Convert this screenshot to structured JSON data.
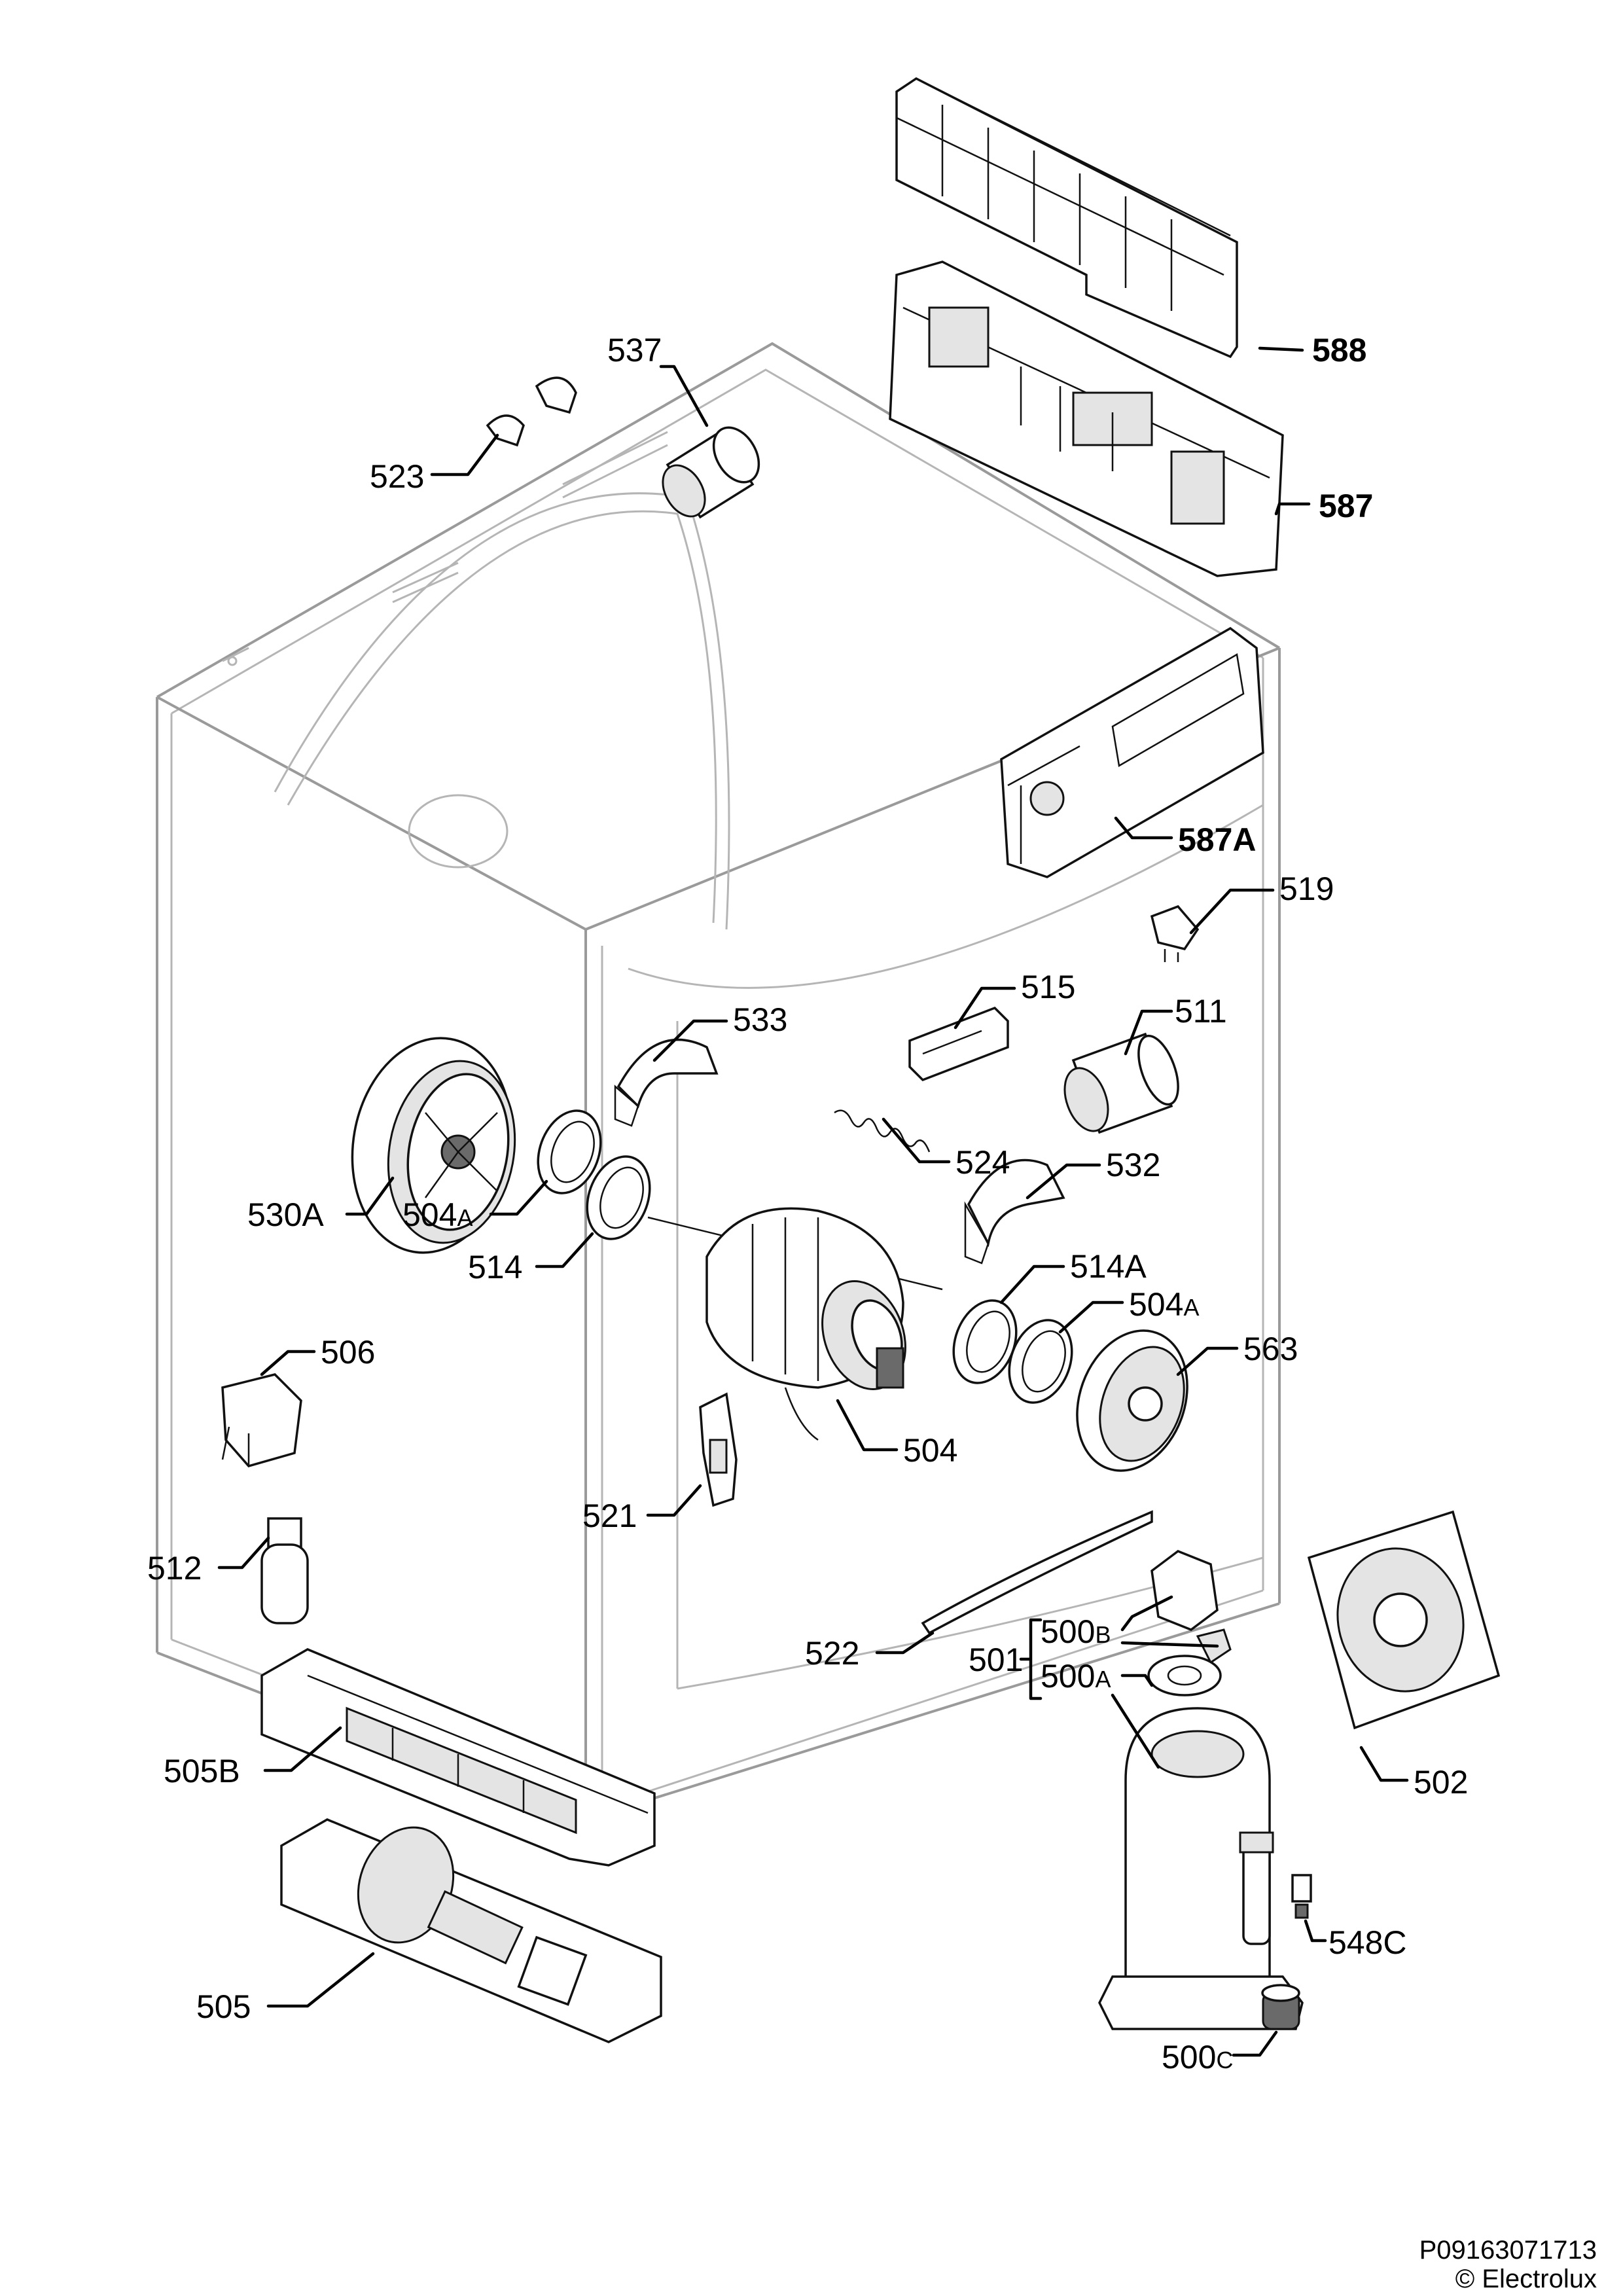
{
  "labels": {
    "p588": "588",
    "p587": "587",
    "p587A": "587A",
    "p537": "537",
    "p523": "523",
    "p519": "519",
    "p533": "533",
    "p515": "515",
    "p511": "511",
    "p524": "524",
    "p532": "532",
    "p530A": "530A",
    "p504A_left": {
      "base": "504",
      "suffix": "A"
    },
    "p514": "514",
    "p514A": "514A",
    "p504A_right": {
      "base": "504",
      "suffix": "A"
    },
    "p563": "563",
    "p506": "506",
    "p504": "504",
    "p521": "521",
    "p512": "512",
    "p522": "522",
    "p501": "501",
    "p500B": {
      "base": "500",
      "suffix": "B"
    },
    "p500A": {
      "base": "500",
      "suffix": "A"
    },
    "p502": "502",
    "p505B": "505B",
    "p548C": "548C",
    "p505": "505",
    "p500C": {
      "base": "500",
      "suffix": "C"
    }
  },
  "footer": {
    "code": "P09163071713",
    "copyright": "© Electrolux"
  },
  "colors": {
    "cabinet_outline": "#9a9a9a",
    "part_outline": "#111111",
    "part_fill": "#ffffff",
    "shade": "#e4e4e4",
    "dark": "#6a6a6a"
  }
}
